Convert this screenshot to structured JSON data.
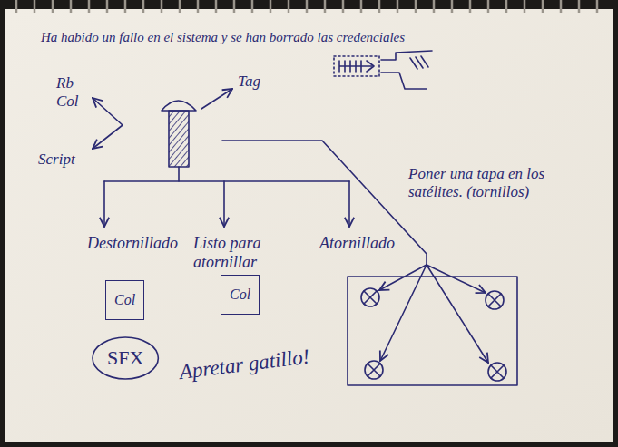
{
  "diagram": {
    "nodes": [
      {
        "text": [
          "Destornillado",
          "Col"
        ]
      },
      {
        "text": [
          "Listo para atornillar",
          "Col"
        ]
      },
      {
        "text": [
          "SFX"
        ]
      }
    ],
    "labels": [
      "Ha habido un fallo en el sistema y se han borrado las credenciales",
      "Rb Col",
      "Script",
      "Tag",
      "Atornillado",
      "Poner una tapa en los satélites. (tornillos)",
      "Apretar gatillo!"
    ]
  }
}
